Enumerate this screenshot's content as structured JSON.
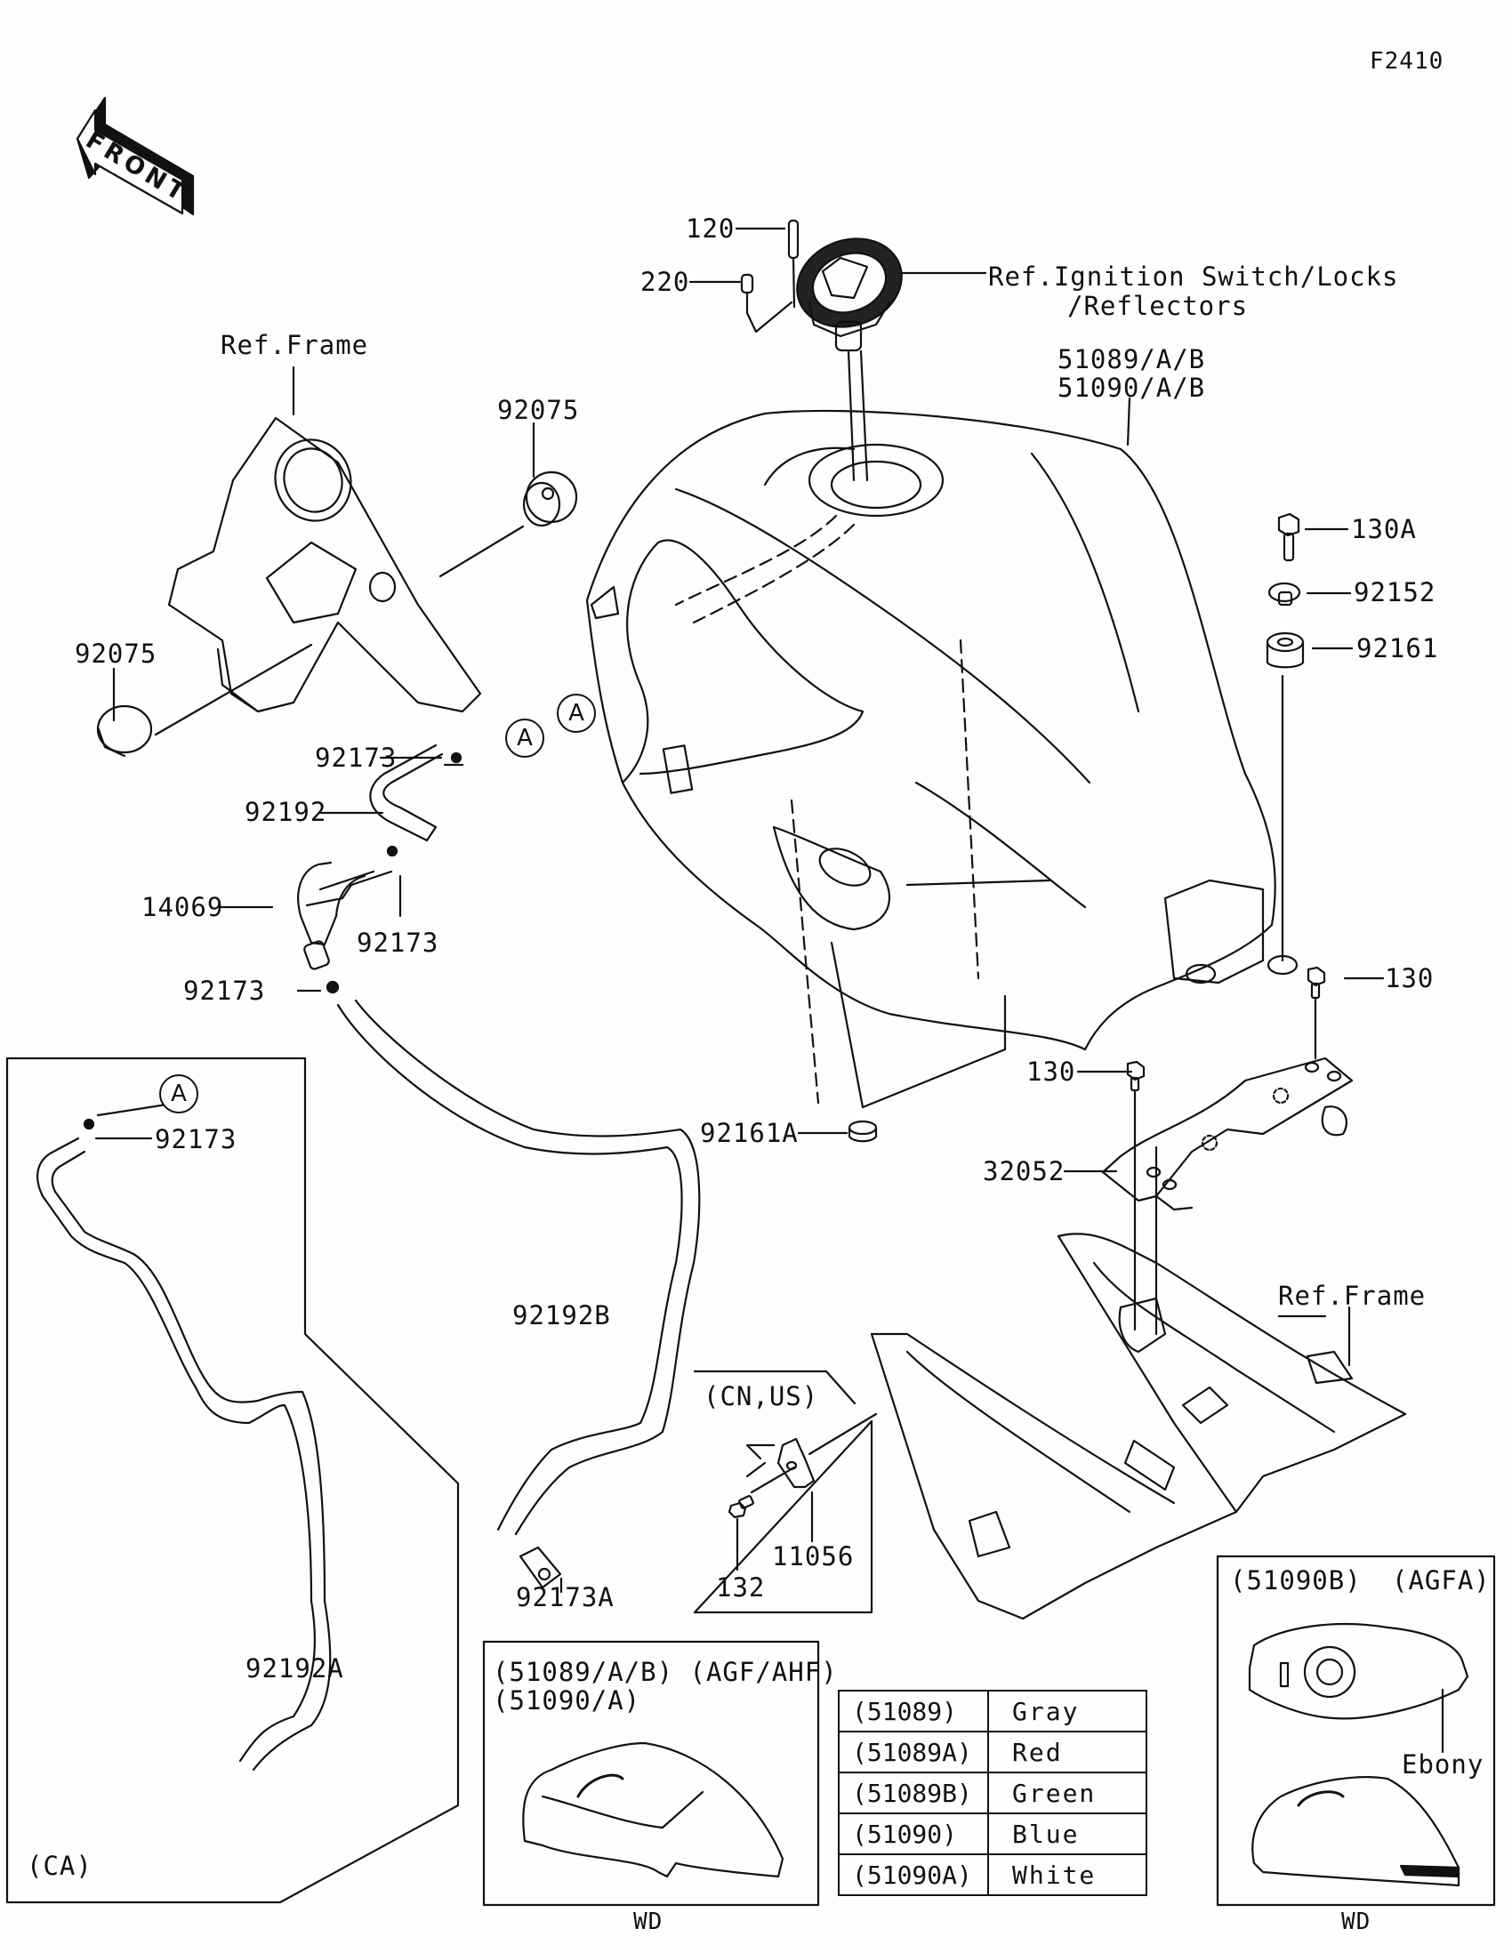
{
  "diagram": {
    "figure_code": "F2410",
    "orientation_label": "FRONT",
    "references": {
      "ignition": [
        "Ref.Ignition Switch/Locks",
        "/Reflectors"
      ],
      "frame_top_left": "Ref.Frame",
      "frame_bottom_right": "Ref.Frame"
    },
    "part_labels": {
      "p120": "120",
      "p220": "220",
      "tank_a": "51089/A/B",
      "tank_b": "51090/A/B",
      "p92075_top": "92075",
      "p92075_left": "92075",
      "p130A": "130A",
      "p92152": "92152",
      "p92161": "92161",
      "p92173_a": "92173",
      "p92192": "92192",
      "p14069": "14069",
      "p92173_b": "92173",
      "p92173_c": "92173",
      "p130_right": "130",
      "p130_mid": "130",
      "p92161A": "92161A",
      "p32052": "32052",
      "p92192B": "92192B",
      "p92173A": "92173A",
      "p132": "132",
      "p11056": "11056",
      "p92173_ca": "92173",
      "p92192A": "92192A"
    },
    "connector_marker": "A",
    "insets": {
      "ca": {
        "region": "(CA)"
      },
      "cn_us": {
        "region": "(CN,US)"
      },
      "agf": {
        "line1": "(51089/A/B) (AGF/AHF)",
        "line2": "(51090/A)",
        "note": "WD"
      },
      "agfa": {
        "part": "(51090B)",
        "model": "(AGFA)",
        "color_callout": "Ebony",
        "note": "WD"
      }
    },
    "color_table": [
      {
        "code": "(51089)",
        "color": "Gray"
      },
      {
        "code": "(51089A)",
        "color": "Red"
      },
      {
        "code": "(51089B)",
        "color": "Green"
      },
      {
        "code": "(51090)",
        "color": "Blue"
      },
      {
        "code": "(51090A)",
        "color": "White"
      }
    ]
  }
}
